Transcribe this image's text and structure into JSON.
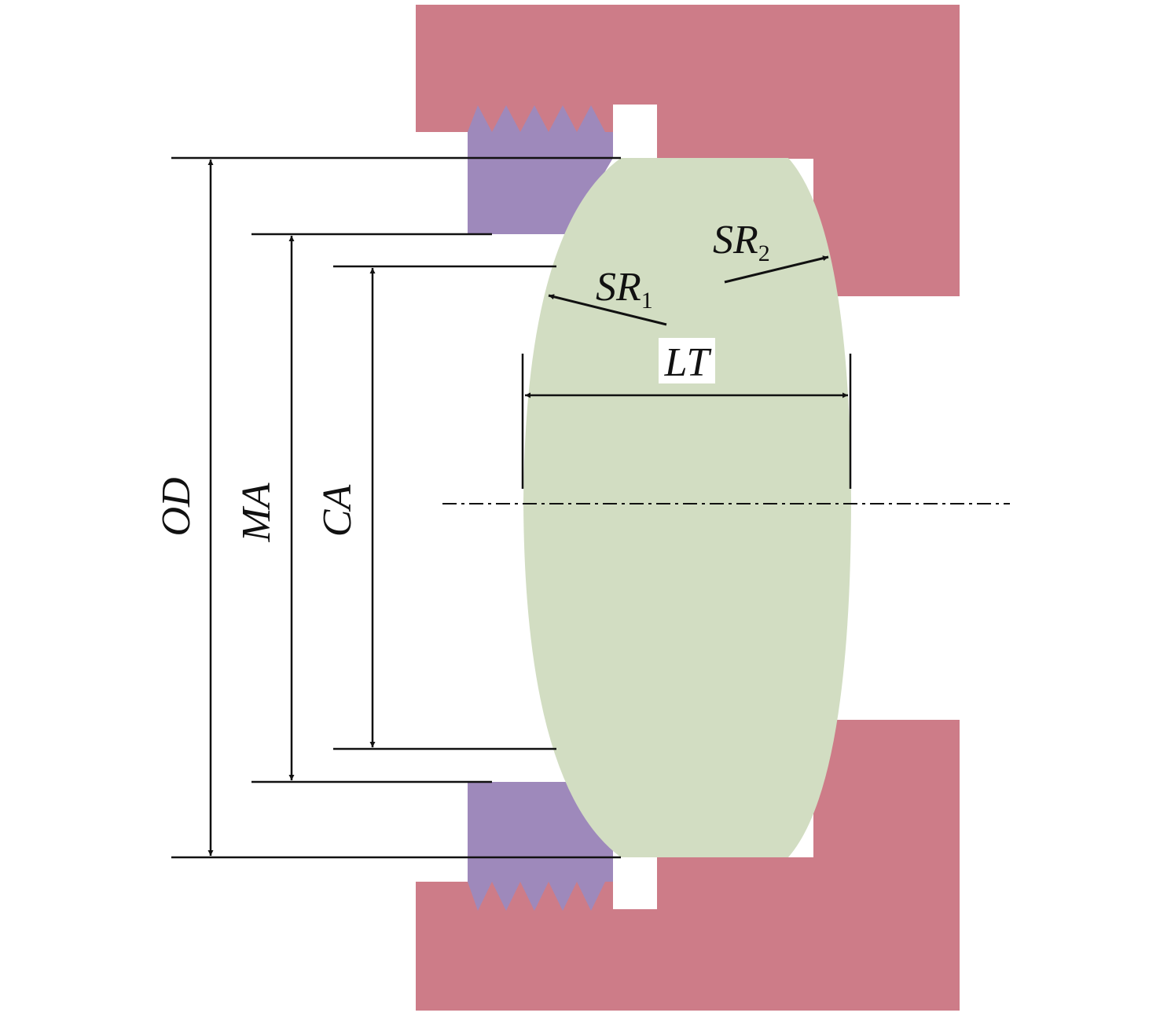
{
  "diagram": {
    "labels": {
      "od": "OD",
      "ma": "MA",
      "ca": "CA",
      "lt": "LT",
      "sr1_main": "SR",
      "sr1_sub": "1",
      "sr2_main": "SR",
      "sr2_sub": "2"
    },
    "colors": {
      "housing": "#cd7c88",
      "retainer": "#9e89bb",
      "lens": "#d2ddc2",
      "line": "#111111",
      "label_background": "#ffffff"
    }
  }
}
